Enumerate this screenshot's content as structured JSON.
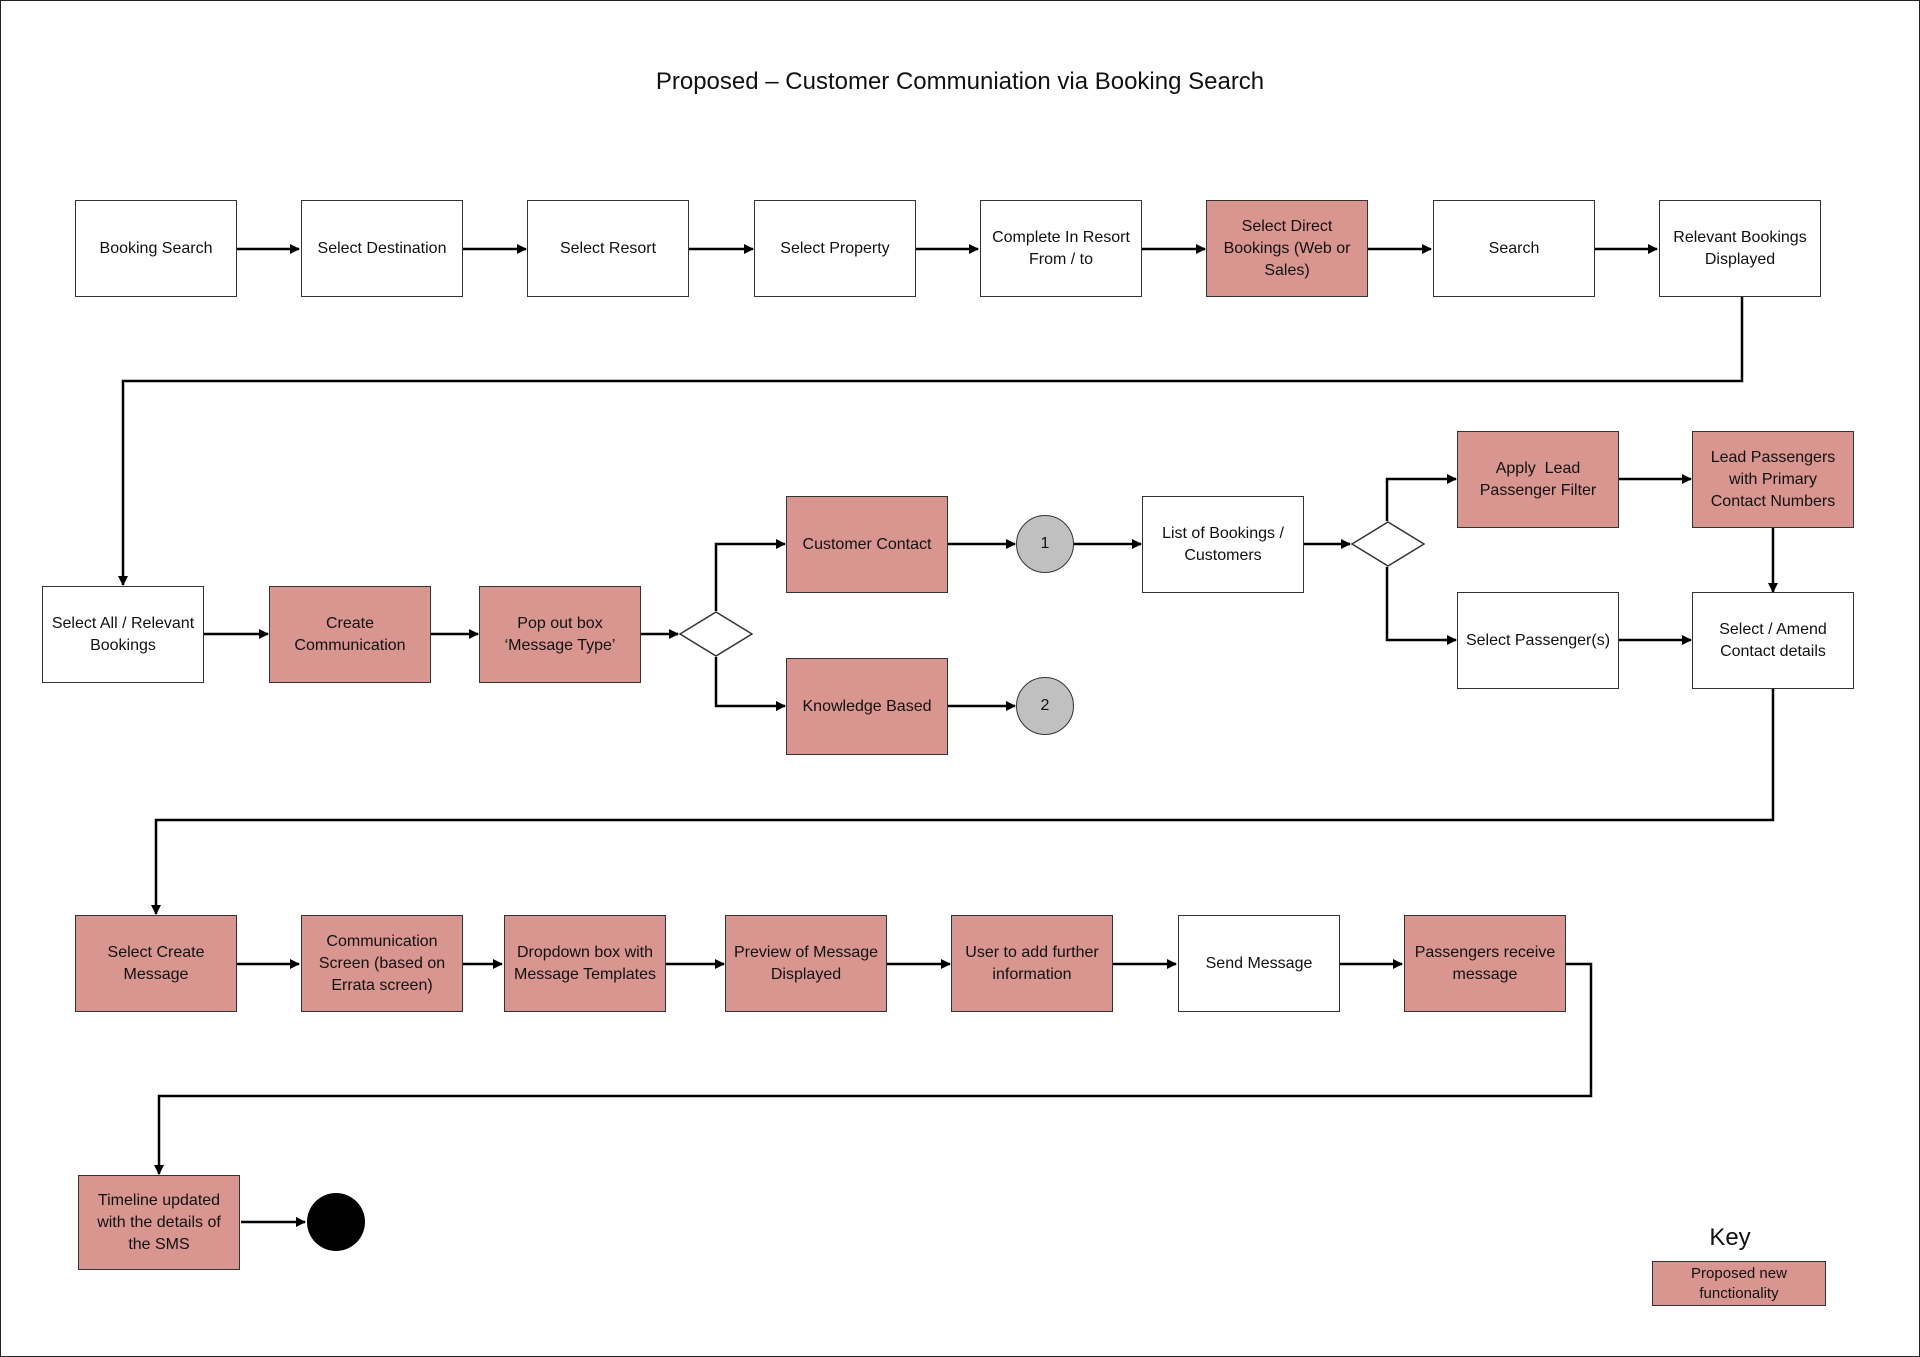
{
  "title": "Proposed – Customer Communiation via Booking Search",
  "colors": {
    "proposed_fill": "#d9958f",
    "standard_fill": "#ffffff",
    "stroke": "#333333",
    "connector_fill": "#c0c0c0",
    "end_fill": "#000000"
  },
  "row1": {
    "booking_search": "Booking Search",
    "select_destination": "Select Destination",
    "select_resort": "Select Resort",
    "select_property": "Select Property",
    "complete_in_resort": [
      "Complete In Resort",
      "From / to"
    ],
    "select_direct_bookings": [
      "Select Direct",
      "Bookings (Web or",
      "Sales)"
    ],
    "search": "Search",
    "relevant_bookings": [
      "Relevant Bookings",
      "Displayed"
    ]
  },
  "row2": {
    "select_all": [
      "Select All / Relevant",
      "Bookings"
    ],
    "create_communication": [
      "Create",
      "Communication"
    ],
    "pop_out_box": [
      "Pop out box",
      "‘Message Type’"
    ],
    "customer_contact": "Customer Contact",
    "knowledge_based": "Knowledge Based",
    "connector_1": "1",
    "connector_2": "2",
    "list_of_bookings": [
      "List of Bookings /",
      "Customers"
    ],
    "apply_lead_filter": [
      "Apply  Lead",
      "Passenger Filter"
    ],
    "lead_passengers": [
      "Lead Passengers",
      "with Primary",
      "Contact Numbers"
    ],
    "select_passengers": "Select Passenger(s)",
    "select_amend_contact": [
      "Select / Amend",
      "Contact details"
    ]
  },
  "row3": {
    "select_create_message": [
      "Select Create",
      "Message"
    ],
    "communication_screen": [
      "Communication",
      "Screen (based on",
      "Errata screen)"
    ],
    "dropdown_box": [
      "Dropdown box with",
      "Message Templates"
    ],
    "preview_message": [
      "Preview of Message",
      "Displayed"
    ],
    "user_add_info": [
      "User to add further",
      "information"
    ],
    "send_message": "Send Message",
    "passengers_receive": [
      "Passengers receive",
      "message"
    ]
  },
  "row4": {
    "timeline_updated": [
      "Timeline updated",
      "with the details of",
      "the SMS"
    ]
  },
  "key": {
    "title": "Key",
    "proposed": [
      "Proposed new",
      "functionality"
    ]
  }
}
